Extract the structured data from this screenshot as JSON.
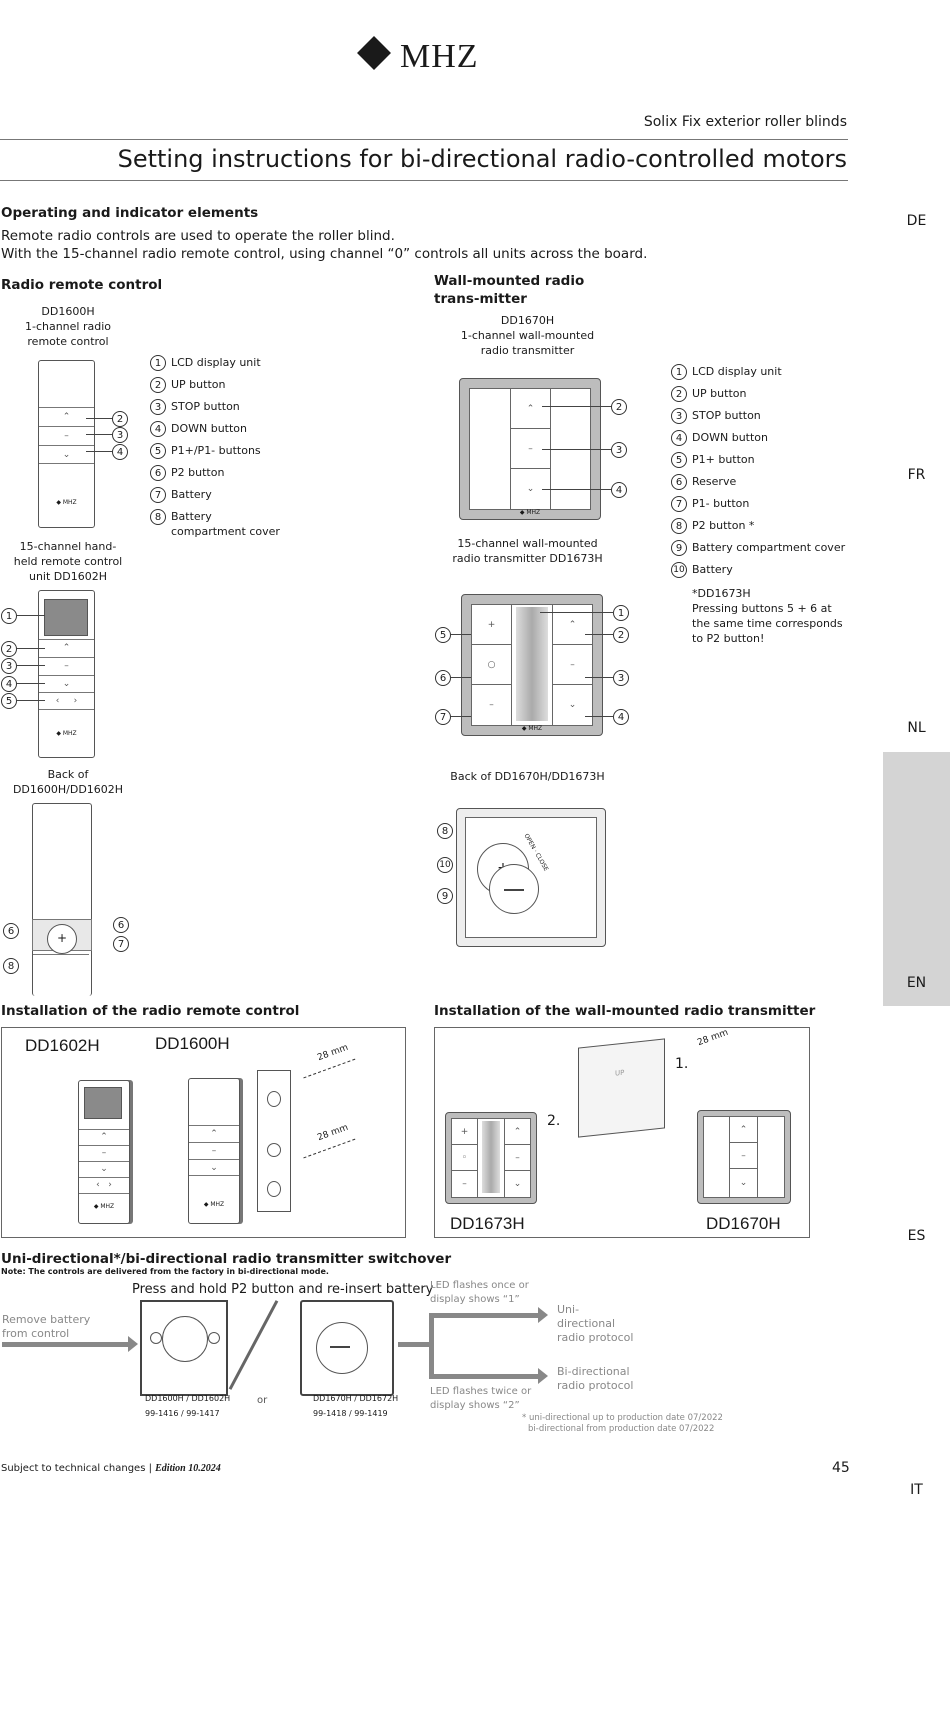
{
  "header": {
    "logo": "MHZ",
    "subtitle": "Solix Fix exterior roller blinds",
    "title": "Setting instructions for bi-directional radio-controlled motors"
  },
  "intro": {
    "heading": "Operating and indicator elements",
    "line1": "Remote radio controls are used to operate the roller blind.",
    "line2": "With the 15-channel radio remote control, using channel “0” controls all units across the board."
  },
  "radio_remote": {
    "heading": "Radio remote control",
    "dd1600h_label": "DD1600H\n1-channel radio remote control",
    "dd1602h_label": "15-channel hand-held remote control unit DD1602H",
    "back_label": "Back of DD1600H/DD1602H",
    "legend": [
      {
        "n": "1",
        "text": "LCD display unit"
      },
      {
        "n": "2",
        "text": "UP button"
      },
      {
        "n": "3",
        "text": "STOP button"
      },
      {
        "n": "4",
        "text": "DOWN button"
      },
      {
        "n": "5",
        "text": "P1+/P1- buttons"
      },
      {
        "n": "6",
        "text": "P2 button"
      },
      {
        "n": "7",
        "text": "Battery"
      },
      {
        "n": "8",
        "text": "Battery compartment cover"
      }
    ],
    "brand_small": "◆ MHZ"
  },
  "wall": {
    "heading": "Wall-mounted radio trans-mitter",
    "dd1670h_label": "DD1670H\n1-channel wall-mounted radio transmitter",
    "dd1673h_label": "15-channel wall-mounted radio transmitter DD1673H",
    "back_label": "Back of DD1670H/DD1673H",
    "legend": [
      {
        "n": "1",
        "text": "LCD display unit"
      },
      {
        "n": "2",
        "text": "UP button"
      },
      {
        "n": "3",
        "text": "STOP button"
      },
      {
        "n": "4",
        "text": "DOWN button"
      },
      {
        "n": "5",
        "text": "P1+ button"
      },
      {
        "n": "6",
        "text": "Reserve"
      },
      {
        "n": "7",
        "text": "P1- button"
      },
      {
        "n": "8",
        "text": "P2 button *"
      },
      {
        "n": "9",
        "text": "Battery compartment cover"
      },
      {
        "n": "10",
        "text": "Battery"
      }
    ],
    "footnote_title": "*DD1673H",
    "footnote_text": "Pressing buttons 5 + 6 at the same time corresponds to P2 button!",
    "open_close": "OPEN · CLOSE"
  },
  "install_remote": {
    "heading": "Installation of the radio remote control",
    "label_a": "DD1602H",
    "label_b": "DD1600H",
    "dim": "28 mm"
  },
  "install_wall": {
    "heading": "Installation of the wall-mounted radio transmitter",
    "label_a": "DD1673H",
    "label_b": "DD1670H",
    "dim": "28 mm",
    "step1": "1.",
    "step2": "2.",
    "up": "UP"
  },
  "switchover": {
    "heading": "Uni-directional*/bi-directional radio transmitter switchover",
    "note": "Note: The controls are delivered from the factory in bi-directional mode.",
    "press_hold": "Press and hold P2 button and re-insert battery",
    "remove": "Remove battery from control",
    "model_a": "DD1600H / DD1602H",
    "part_a": "99-1416 / 99-1417",
    "or": "or",
    "model_b": "DD1670H / DD1672H",
    "part_b": "99-1418 / 99-1419",
    "led_once": "LED flashes once or display shows “1”",
    "led_twice": "LED flashes twice or display shows “2”",
    "uni": "Uni-directional radio protocol",
    "bi": "Bi-directional radio protocol",
    "asterisk1": "* uni-directional up to production date 07/2022",
    "asterisk2": "bi-directional from production date 07/2022"
  },
  "footer": {
    "left": "Subject to technical changes |",
    "edition": "Edition 10.2024",
    "page": "45"
  },
  "sidebar": [
    "DE",
    "FR",
    "NL",
    "EN",
    "ES",
    "IT"
  ],
  "colors": {
    "active_tab": "#d4d4d4",
    "text": "#1a1a1a"
  }
}
